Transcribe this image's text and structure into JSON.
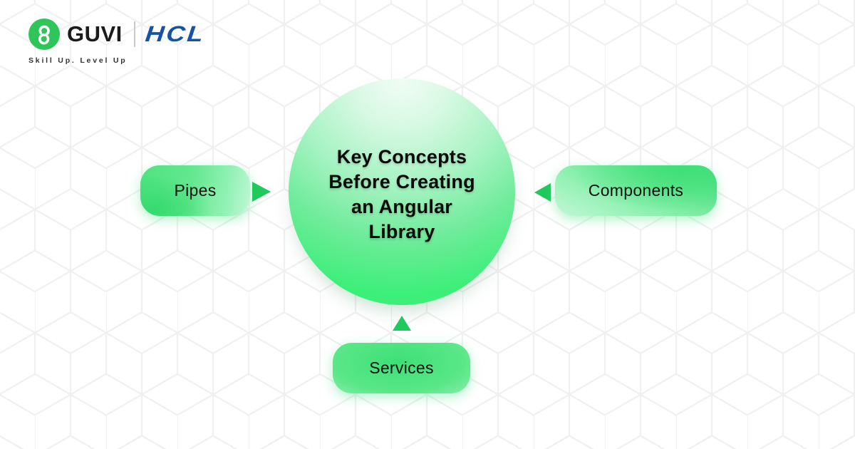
{
  "brand": {
    "guvi_label": "GUVI",
    "hcl_label": "HCL",
    "tagline": "Skill Up. Level Up",
    "icon": "guvi-chain-g-icon",
    "colors": {
      "guvi_green": "#2EC65A",
      "hcl_blue": "#1553A6",
      "wordmark_text": "#1B1B1B"
    }
  },
  "diagram": {
    "center": {
      "title": "Key Concepts Before Creating an Angular Library",
      "lines": [
        "Key Concepts",
        "Before Creating",
        "an Angular",
        "Library"
      ]
    },
    "nodes": [
      {
        "id": "pipes",
        "label": "Pipes",
        "position": "left",
        "arrow": "triangle-right"
      },
      {
        "id": "components",
        "label": "Components",
        "position": "right",
        "arrow": "triangle-left"
      },
      {
        "id": "services",
        "label": "Services",
        "position": "bottom",
        "arrow": "triangle-up"
      }
    ],
    "colors": {
      "arrow_green": "#1FC95C",
      "node_green_dark": "#3ADE73",
      "node_green_light": "#C0F8D5",
      "circle_gradient_top": "#F1FDF5",
      "circle_gradient_bottom": "#3BEF78",
      "title_text": "#0A0A0A"
    },
    "background_pattern": "isometric-cube-grid",
    "background_line_color": "#F0F0F0"
  }
}
